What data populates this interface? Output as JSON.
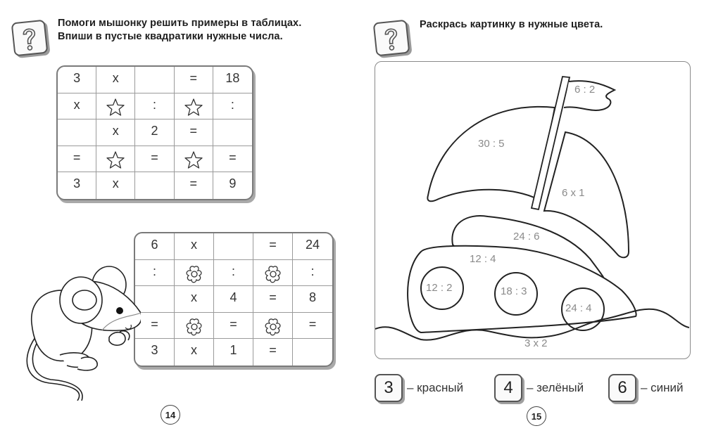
{
  "left_page": {
    "instruction_line1": "Помоги мышонку решить примеры в таблицах.",
    "instruction_line2": "Впиши в пустые квадратики нужные числа.",
    "icon": "question-mark-icon",
    "table1": {
      "placeholder_icon": "star-icon",
      "rows": [
        [
          "3",
          "x",
          "",
          "=",
          "18"
        ],
        [
          "x",
          "★",
          ":",
          "★",
          ":"
        ],
        [
          "",
          "x",
          "2",
          "=",
          ""
        ],
        [
          "=",
          "★",
          "=",
          "★",
          "="
        ],
        [
          "3",
          "x",
          "",
          "=",
          "9"
        ]
      ]
    },
    "table2": {
      "placeholder_icon": "flower-icon",
      "rows": [
        [
          "6",
          "x",
          "",
          "=",
          "24"
        ],
        [
          ":",
          "✿",
          ":",
          "✿",
          ":"
        ],
        [
          "",
          "x",
          "4",
          "=",
          "8"
        ],
        [
          "=",
          "✿",
          "=",
          "✿",
          "="
        ],
        [
          "3",
          "x",
          "1",
          "=",
          ""
        ]
      ]
    },
    "illustration": "mouse-illustration",
    "page_number": "14"
  },
  "right_page": {
    "instruction": "Раскрась картинку в нужные цвета.",
    "icon": "question-mark-icon",
    "picture": {
      "illustration": "sailboat-illustration",
      "labels": {
        "flag": "6 : 2",
        "left_sail": "30 : 5",
        "right_sail": "6 x 1",
        "cabin": "24 : 6",
        "hull": "12 : 4",
        "porthole1": "12 : 2",
        "porthole2": "18 : 3",
        "porthole3": "24 : 4",
        "water": "3 x 2"
      }
    },
    "color_key": [
      {
        "number": "3",
        "label": "– красный",
        "color": "#d32f2f"
      },
      {
        "number": "4",
        "label": "– зелёный",
        "color": "#2e7d32"
      },
      {
        "number": "6",
        "label": "– синий",
        "color": "#1565c0"
      }
    ],
    "page_number": "15"
  }
}
